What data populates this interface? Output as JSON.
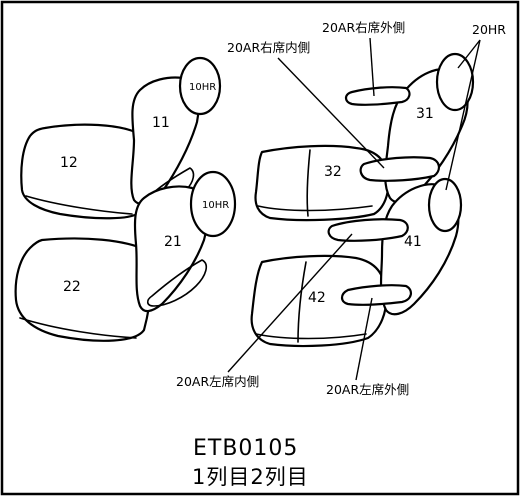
{
  "labels": {
    "seat_11": "11",
    "seat_12": "12",
    "seat_21": "21",
    "seat_22": "22",
    "seat_31": "31",
    "seat_32": "32",
    "seat_41": "41",
    "seat_42": "42",
    "headrest_11": "10HR",
    "headrest_21": "10HR",
    "callout_right_outer": "20AR右席外側",
    "callout_right_inner": "20AR右席内側",
    "callout_20hr": "20HR",
    "callout_left_inner": "20AR左席内側",
    "callout_left_outer": "20AR左席外側"
  },
  "footer": {
    "code": "ETB0105",
    "rows": "1列目2列目"
  }
}
